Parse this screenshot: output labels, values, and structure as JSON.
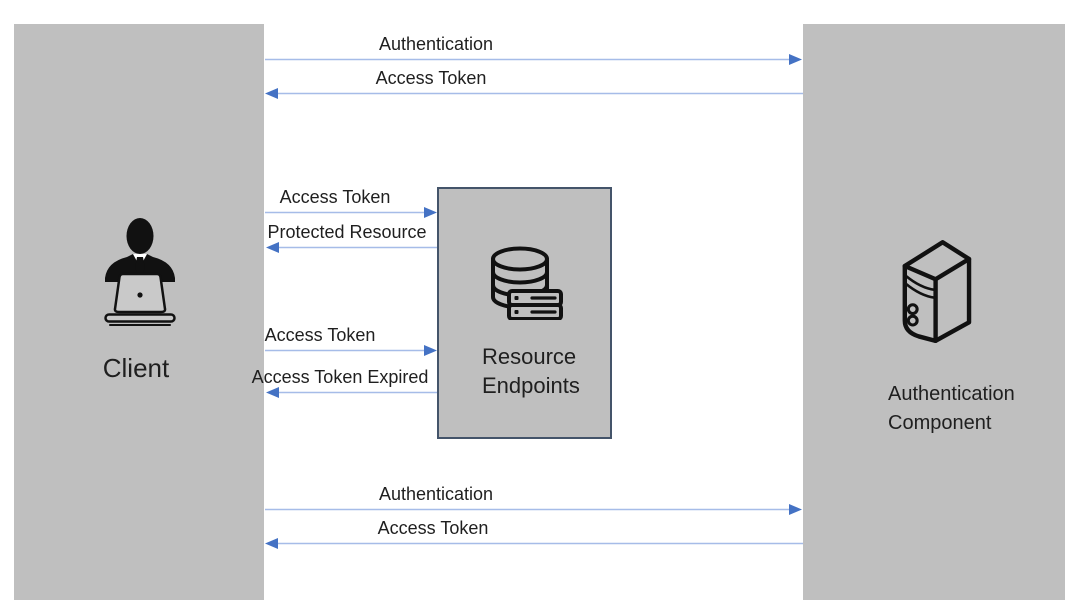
{
  "colors": {
    "background": "#FFFFFF",
    "panel_fill": "#BFBFBF",
    "box_border": "#44546A",
    "arrow_line": "#A6BCE8",
    "arrow_head": "#4472C4",
    "text": "#1F1F1F",
    "icon_stroke": "#111111"
  },
  "nodes": {
    "client": {
      "label": "Client",
      "icon": "person-at-laptop-icon"
    },
    "resource_endpoints": {
      "label": "Resource Endpoints",
      "icon": "database-server-icon"
    },
    "authentication_component": {
      "label": "Authentication Component",
      "icon": "server-tower-icon"
    }
  },
  "arrows": [
    {
      "label": "Authentication",
      "from": "Client",
      "to": "Authentication Component",
      "direction": "right"
    },
    {
      "label": "Access Token",
      "from": "Authentication Component",
      "to": "Client",
      "direction": "left"
    },
    {
      "label": "Access Token",
      "from": "Client",
      "to": "Resource Endpoints",
      "direction": "right"
    },
    {
      "label": "Protected Resource",
      "from": "Resource Endpoints",
      "to": "Client",
      "direction": "left"
    },
    {
      "label": "Access Token",
      "from": "Client",
      "to": "Resource Endpoints",
      "direction": "right"
    },
    {
      "label": "Access Token Expired",
      "from": "Resource Endpoints",
      "to": "Client",
      "direction": "left"
    },
    {
      "label": "Authentication",
      "from": "Client",
      "to": "Authentication Component",
      "direction": "right"
    },
    {
      "label": "Access Token",
      "from": "Authentication Component",
      "to": "Client",
      "direction": "left"
    }
  ]
}
